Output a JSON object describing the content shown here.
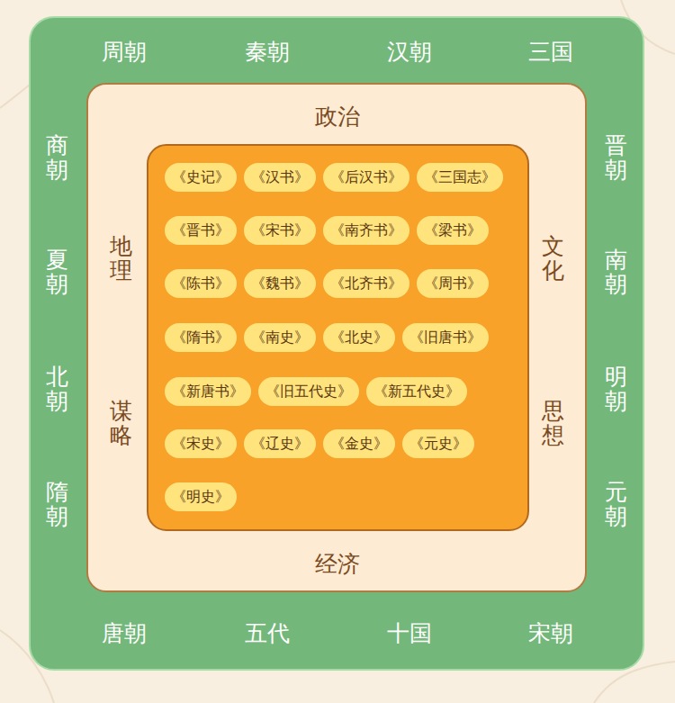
{
  "diagram": {
    "nodes": [
      {
        "text": [
          "周朝",
          "秦朝",
          "汉朝",
          "三国",
          "商朝",
          "晋朝",
          "夏朝",
          "南朝",
          "北朝",
          "明朝",
          "隋朝",
          "元朝",
          "唐朝",
          "五代",
          "十国",
          "宋朝"
        ]
      },
      {
        "text": [
          "政治",
          "地理",
          "文化",
          "谋略",
          "思想",
          "经济"
        ],
        "in": 0
      },
      {
        "text": [],
        "in": 1
      },
      {
        "text": [
          "《史记》"
        ],
        "in": 2
      },
      {
        "text": [
          "《汉书》"
        ],
        "in": 2
      },
      {
        "text": [
          "《后汉书》"
        ],
        "in": 2
      },
      {
        "text": [
          "《三国志》"
        ],
        "in": 2
      },
      {
        "text": [
          "《晋书》"
        ],
        "in": 2
      },
      {
        "text": [
          "《宋书》"
        ],
        "in": 2
      },
      {
        "text": [
          "《南齐书》"
        ],
        "in": 2
      },
      {
        "text": [
          "《梁书》"
        ],
        "in": 2
      },
      {
        "text": [
          "《陈书》"
        ],
        "in": 2
      },
      {
        "text": [
          "《魏书》"
        ],
        "in": 2
      },
      {
        "text": [
          "《北齐书》"
        ],
        "in": 2
      },
      {
        "text": [
          "《周书》"
        ],
        "in": 2
      },
      {
        "text": [
          "《隋书》"
        ],
        "in": 2
      },
      {
        "text": [
          "《南史》"
        ],
        "in": 2
      },
      {
        "text": [
          "《北史》"
        ],
        "in": 2
      },
      {
        "text": [
          "《旧唐书》"
        ],
        "in": 2
      },
      {
        "text": [
          "《新唐书》"
        ],
        "in": 2
      },
      {
        "text": [
          "《旧五代史》"
        ],
        "in": 2
      },
      {
        "text": [
          "《新五代史》"
        ],
        "in": 2
      },
      {
        "text": [
          "《宋史》"
        ],
        "in": 2
      },
      {
        "text": [
          "《辽史》"
        ],
        "in": 2
      },
      {
        "text": [
          "《金史》"
        ],
        "in": 2
      },
      {
        "text": [
          "《元史》"
        ],
        "in": 2
      },
      {
        "text": [
          "《明史》"
        ],
        "in": 2
      }
    ]
  }
}
